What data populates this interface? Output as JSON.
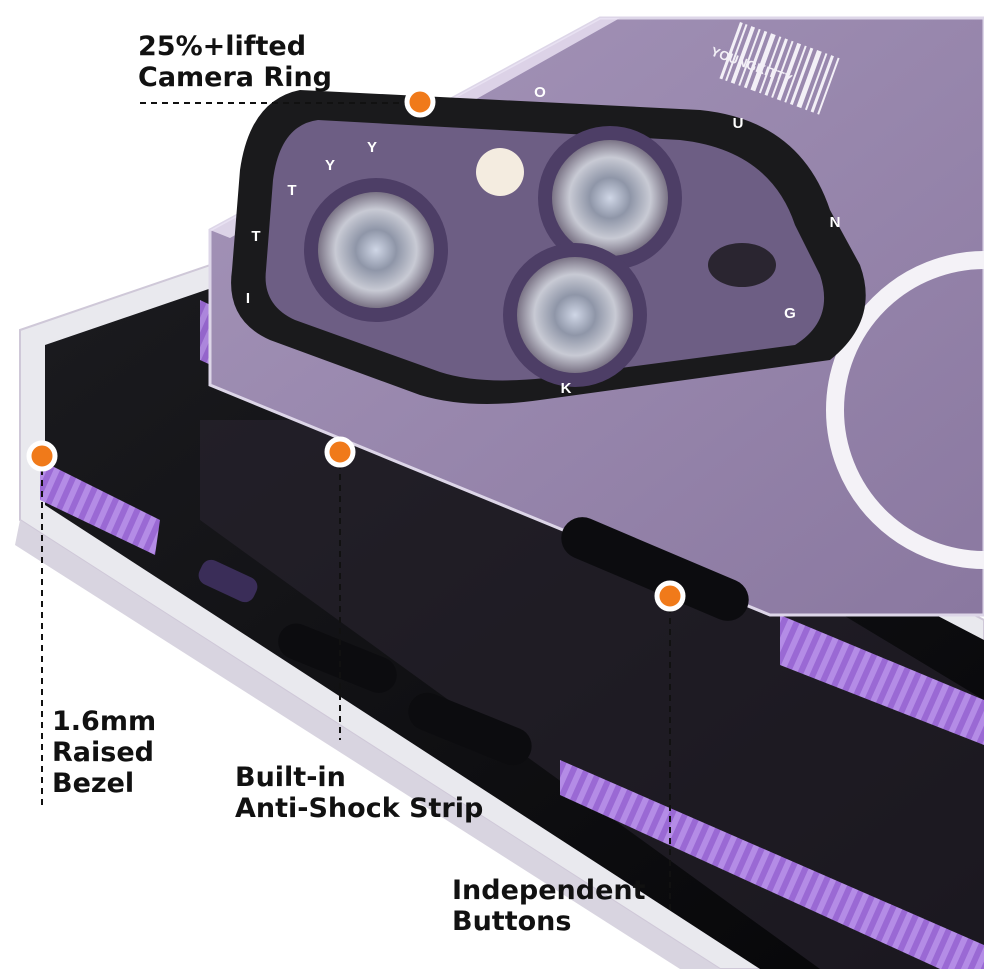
{
  "ring_letters": [
    "Y",
    "O",
    "U",
    "N",
    "G",
    "K",
    "I",
    "T",
    "T",
    "Y"
  ],
  "barcode_text": "YOUNGKITTY",
  "callouts": {
    "camera_ring": {
      "line1": "25%+lifted",
      "line2": "Camera Ring"
    },
    "bezel": {
      "line1": "1.6mm",
      "line2": "Raised",
      "line3": "Bezel"
    },
    "strip": {
      "line1": "Built-in",
      "line2": "Anti-Shock Strip"
    },
    "buttons": {
      "line1": "Independent",
      "line2": "Buttons"
    }
  },
  "colors": {
    "case_purple": "#8e7ba7",
    "strip_purple": "#9b6bd6",
    "marker_orange": "#f07a1a",
    "ring_black": "#151515"
  }
}
